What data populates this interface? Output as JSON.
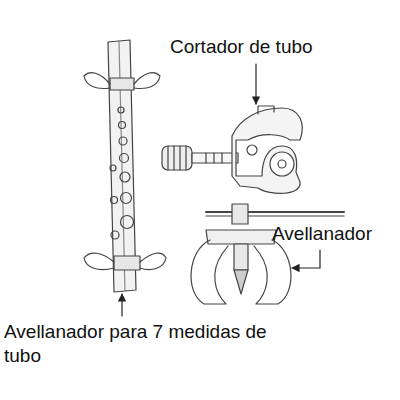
{
  "diagram": {
    "labels": [
      "Cortador de tubo",
      "Avellanador",
      "Avellanador para 7 medidas de tubo"
    ]
  }
}
